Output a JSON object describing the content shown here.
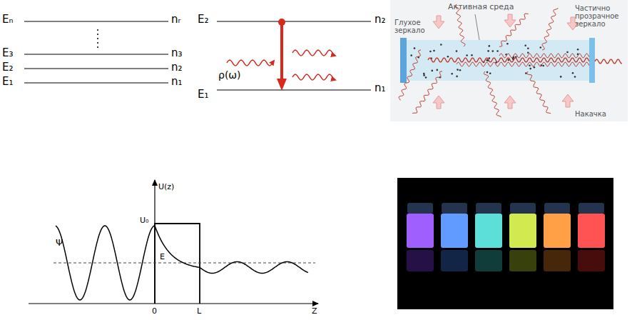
{
  "diagram": {
    "labels": [
      "Eₙ",
      "nᵣ",
      "E₃",
      "n₃",
      "E₂",
      "n₂",
      "E₁",
      "n₁",
      "E₂",
      "n₂",
      "ρ(ω)",
      "E₁",
      "n₁",
      "Активная среда",
      "Глухое зеркало",
      "Частично прозрачное зеркало",
      "Накачка",
      "U(z)",
      "U₀",
      "Ψ",
      "E",
      "0",
      "L",
      "Z"
    ]
  }
}
